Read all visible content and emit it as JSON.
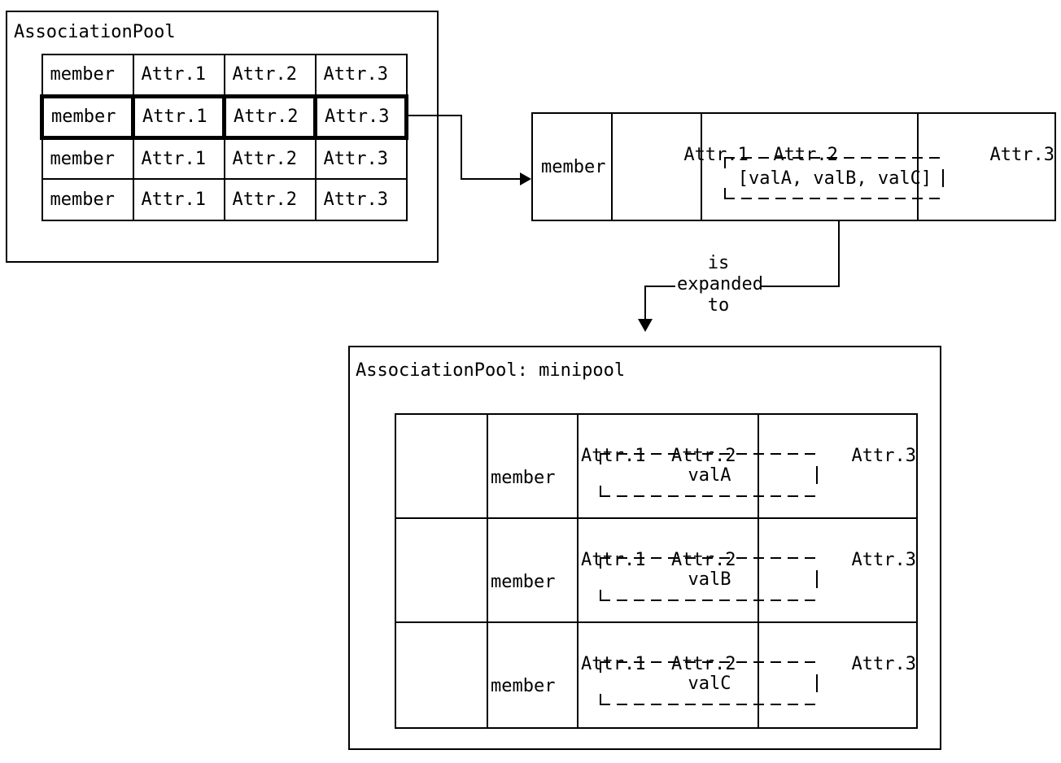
{
  "pool": {
    "title": "AssociationPool",
    "rows": [
      [
        "member",
        "Attr.1",
        "Attr.2",
        "Attr.3"
      ],
      [
        "member",
        "Attr.1",
        "Attr.2",
        "Attr.3"
      ],
      [
        "member",
        "Attr.1",
        "Attr.2",
        "Attr.3"
      ],
      [
        "member",
        "Attr.1",
        "Attr.2",
        "Attr.3"
      ]
    ],
    "highlighted_row_index": 1
  },
  "selected_row": {
    "member": "member",
    "attr1": "Attr.1",
    "attr2": "Attr.2",
    "attr3": "Attr.3",
    "attr2_value": "[valA, valB, valC]"
  },
  "expansion": {
    "lines": [
      "is",
      "expanded",
      "to"
    ]
  },
  "minipool": {
    "title": "AssociationPool: minipool",
    "rows": [
      {
        "member": "member",
        "attr1": "Attr.1",
        "attr2": "Attr.2",
        "attr3": "Attr.3",
        "attr2_value": "valA"
      },
      {
        "member": "member",
        "attr1": "Attr.1",
        "attr2": "Attr.2",
        "attr3": "Attr.3",
        "attr2_value": "valB"
      },
      {
        "member": "member",
        "attr1": "Attr.1",
        "attr2": "Attr.2",
        "attr3": "Attr.3",
        "attr2_value": "valC"
      }
    ]
  },
  "colors": {
    "line": "#000000",
    "background": "#ffffff"
  }
}
